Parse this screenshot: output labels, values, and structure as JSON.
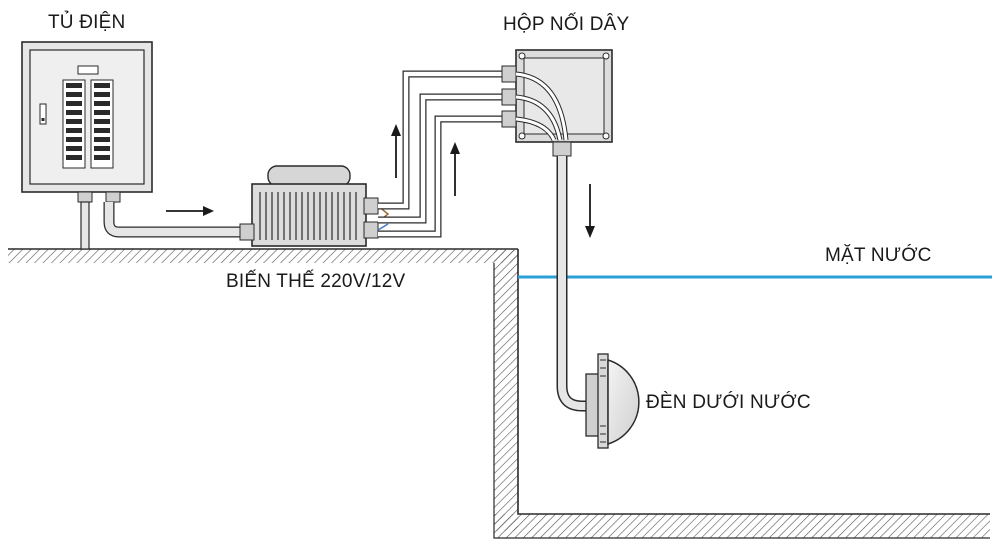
{
  "labels": {
    "panel": "TỦ ĐIỆN",
    "junction_box": "HỘP NỐI DÂY",
    "transformer": "BIẾN THẾ 220V/12V",
    "water_surface": "MẶT NƯỚC",
    "underwater_light": "ĐÈN DƯỚI NƯỚC"
  },
  "colors": {
    "outline": "#2a2a2a",
    "panel_fill": "#e6e6e6",
    "box_fill": "#dcdcdc",
    "water_line": "#2b9fd6",
    "hatch": "#555555",
    "wire_brown": "#9a6a3a",
    "wire_blue": "#3f7fc2"
  },
  "icons": [
    "arrow-right-icon",
    "arrow-up-icon",
    "arrow-down-icon"
  ]
}
